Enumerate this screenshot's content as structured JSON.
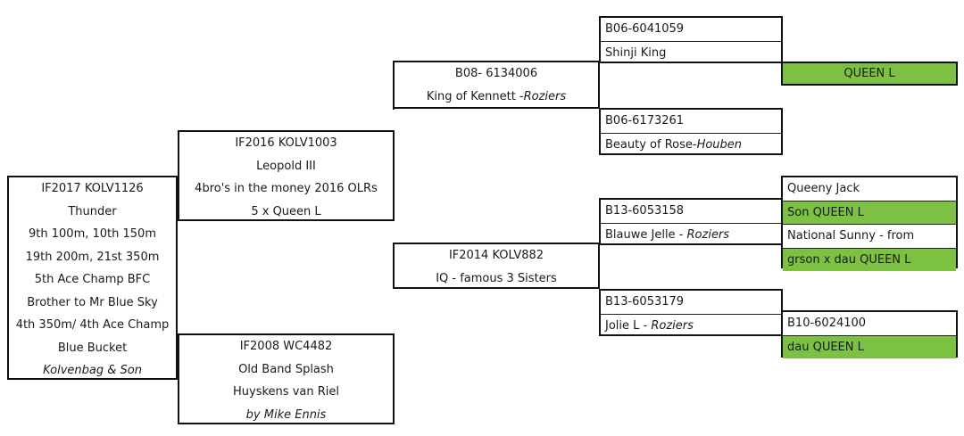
{
  "subject": {
    "lines": [
      "IF2017 KOLV1126",
      "Thunder",
      "9th 100m, 10th 150m",
      "19th 200m, 21st 350m",
      "5th Ace Champ BFC",
      "Brother to Mr Blue Sky",
      "4th 350m/ 4th Ace Champ",
      "Blue Bucket"
    ],
    "breeder": "Kolvenbag & Son"
  },
  "sire": {
    "lines": [
      "IF2016 KOLV1003",
      "Leopold III",
      "4bro's in the money 2016 OLRs",
      "5 x Queen L"
    ]
  },
  "dam": {
    "lines": [
      "IF2008 WC4482",
      "Old Band Splash",
      "Huyskens van Riel"
    ],
    "breeder": "by Mike Ennis"
  },
  "sire_sire": {
    "ring": "B08- 6134006",
    "name": "King of Kennett -",
    "loft": "Roziers"
  },
  "sire_dam": {
    "ring": "IF2014 KOLV882",
    "name": "IQ - famous 3 Sisters"
  },
  "ss_sire": {
    "ring": "B06-6041059",
    "name": "Shinji King"
  },
  "ss_dam": {
    "ring": "B06-6173261",
    "name": "Beauty of Rose-",
    "loft": "Houben"
  },
  "sd_sire": {
    "ring": "B13-6053158",
    "name": "Blauwe Jelle - ",
    "loft": "Roziers"
  },
  "sd_dam": {
    "ring": "B13-6053179",
    "name": "Jolie L - ",
    "loft": "Roziers"
  },
  "gen4_queen": {
    "label": "QUEEN L"
  },
  "gen4_sd_sire": {
    "lines": [
      "Queeny Jack",
      "Son QUEEN L",
      "National Sunny - from",
      "grson x dau QUEEN L"
    ]
  },
  "gen4_sd_dam": {
    "lines": [
      "B10-6024100",
      "dau QUEEN L"
    ]
  },
  "colors": {
    "highlight": "#7cc142",
    "border": "#111111"
  }
}
